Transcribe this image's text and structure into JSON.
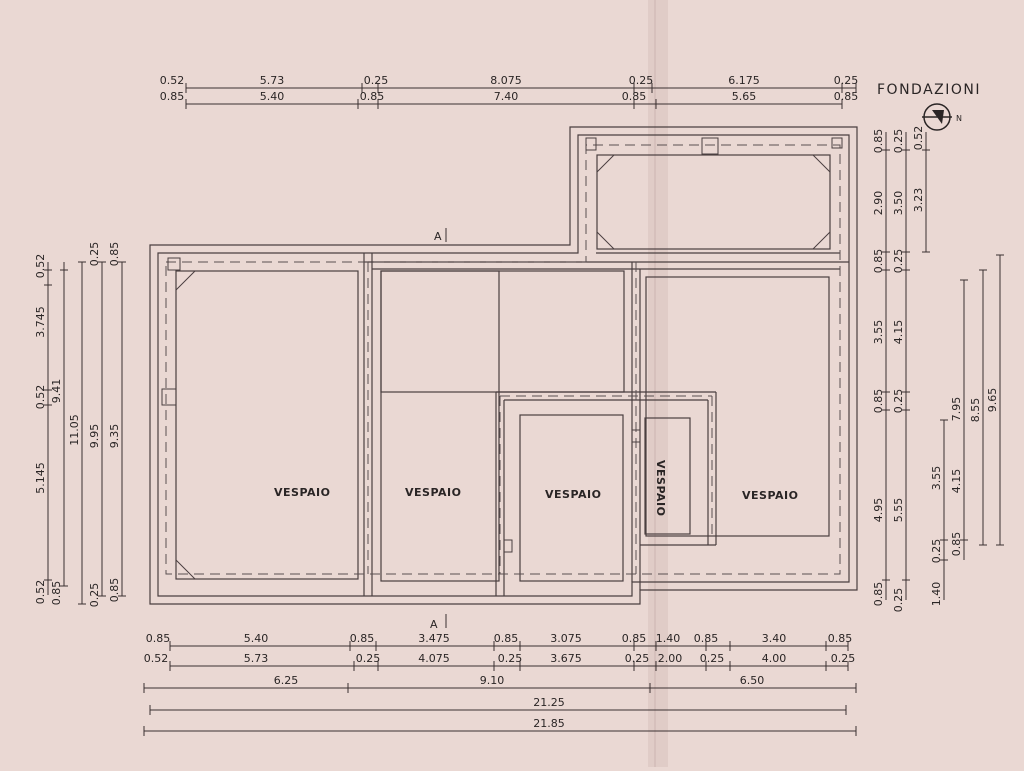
{
  "title": "FONDAZIONI",
  "compass": {
    "label": "N"
  },
  "section_marks": [
    "A",
    "A"
  ],
  "room_labels": [
    "VESPAIO",
    "VESPAIO",
    "VESPAIO",
    "VESPAIO",
    "VESPAIO"
  ],
  "top_dims": {
    "row1": [
      "0.52",
      "5.73",
      "0.25",
      "8.075",
      "0.25",
      "6.175",
      "0.25"
    ],
    "row2": [
      "0.85",
      "5.40",
      "0.85",
      "7.40",
      "0.85",
      "5.65",
      "0.85"
    ]
  },
  "bottom_dims": {
    "row1": [
      "0.85",
      "5.40",
      "0.85",
      "3.475",
      "0.85",
      "3.075",
      "0.85",
      "1.40",
      "0.85",
      "3.40",
      "0.85"
    ],
    "row2": [
      "0.52",
      "5.73",
      "0.25",
      "4.075",
      "0.25",
      "3.675",
      "0.25",
      "2.00",
      "0.25",
      "4.00",
      "0.25"
    ],
    "row3": [
      "6.25",
      "9.10",
      "6.50"
    ],
    "row4": [
      "21.25"
    ],
    "row5": [
      "21.85"
    ]
  },
  "left_dims": {
    "col1": [
      "0.52",
      "3.745",
      "0.52",
      "5.145",
      "0.52"
    ],
    "col2": [
      "9.41",
      "0.85"
    ],
    "col3": [
      "11.05"
    ],
    "col4": [
      "0.25",
      "9.95",
      "0.25"
    ],
    "col5": [
      "0.85",
      "9.35",
      "0.85"
    ]
  },
  "right_dims": {
    "col1": [
      "0.85",
      "2.90",
      "0.85",
      "3.55",
      "0.85",
      "4.95",
      "0.85"
    ],
    "col2": [
      "0.25",
      "3.50",
      "0.25",
      "4.15",
      "0.25",
      "5.55",
      "0.25"
    ],
    "col3": [
      "0.52",
      "3.23"
    ],
    "col4": [
      "3.55",
      "0.25",
      "1.40"
    ],
    "col5": [
      "7.95",
      "4.15",
      "0.85"
    ],
    "col6": [
      "8.55"
    ],
    "col7": [
      "9.65"
    ]
  }
}
